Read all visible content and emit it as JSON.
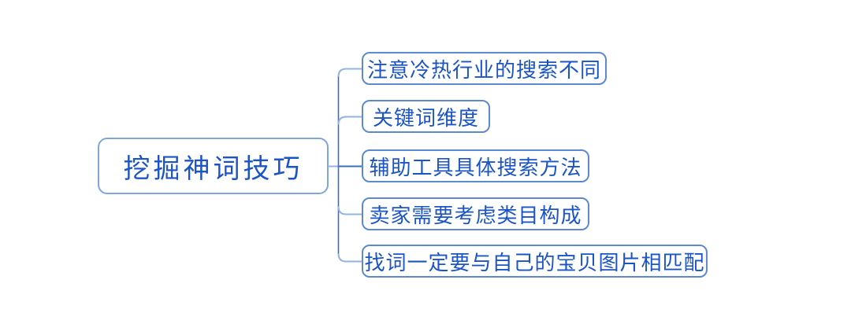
{
  "diagram": {
    "type": "mindmap-horizontal-right",
    "root": {
      "label": "挖掘神词技巧"
    },
    "children": [
      {
        "label": "注意冷热行业的搜索不同"
      },
      {
        "label": "关键词维度"
      },
      {
        "label": "辅助工具具体搜索方法"
      },
      {
        "label": "卖家需要考虑类目构成"
      },
      {
        "label": "找词一定要与自己的宝贝图片相匹配"
      }
    ]
  },
  "colors": {
    "background": "#ffffff",
    "text": "#1b54c6",
    "root_border": "#7ea6d8",
    "child_border": "#5d89d0",
    "branch_line": "#93b3e2",
    "trunk_line": "#3a6cc6"
  }
}
